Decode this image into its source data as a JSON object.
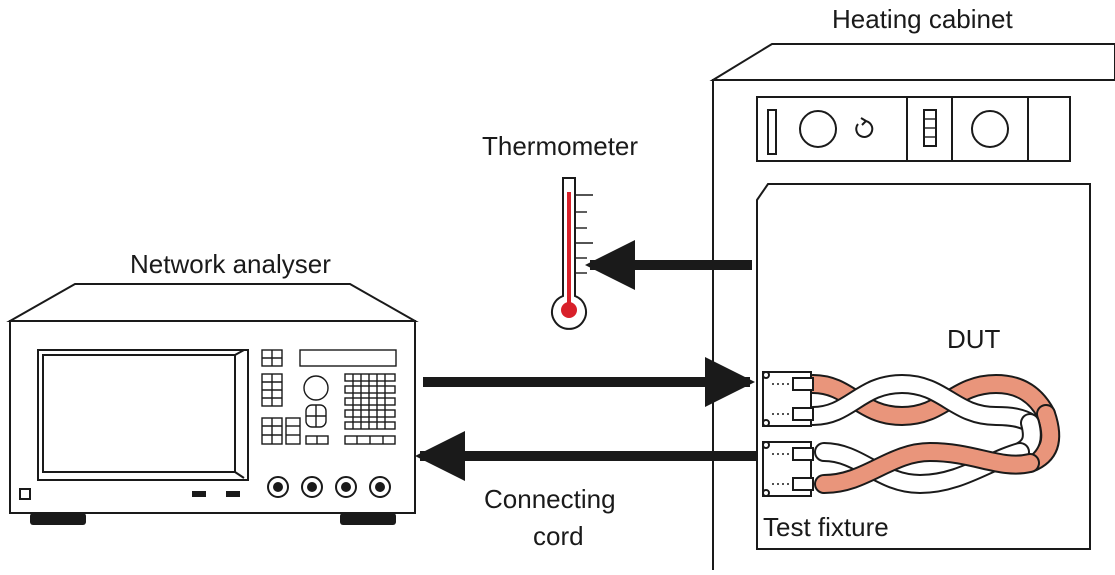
{
  "labels": {
    "heating_cabinet": "Heating cabinet",
    "thermometer": "Thermometer",
    "network_analyser": "Network analyser",
    "dut": "DUT",
    "connecting_cord_line1": "Connecting",
    "connecting_cord_line2": "cord",
    "test_fixture": "Test fixture"
  },
  "colors": {
    "cable_copper": "#e9957b",
    "mercury_red": "#d8202a",
    "outline": "#1a1a1a"
  },
  "arrows": [
    {
      "name": "arrow-cabinet-to-thermometer",
      "direction": "left"
    },
    {
      "name": "arrow-analyser-to-fixture",
      "direction": "right"
    },
    {
      "name": "arrow-fixture-to-analyser",
      "direction": "left"
    }
  ]
}
